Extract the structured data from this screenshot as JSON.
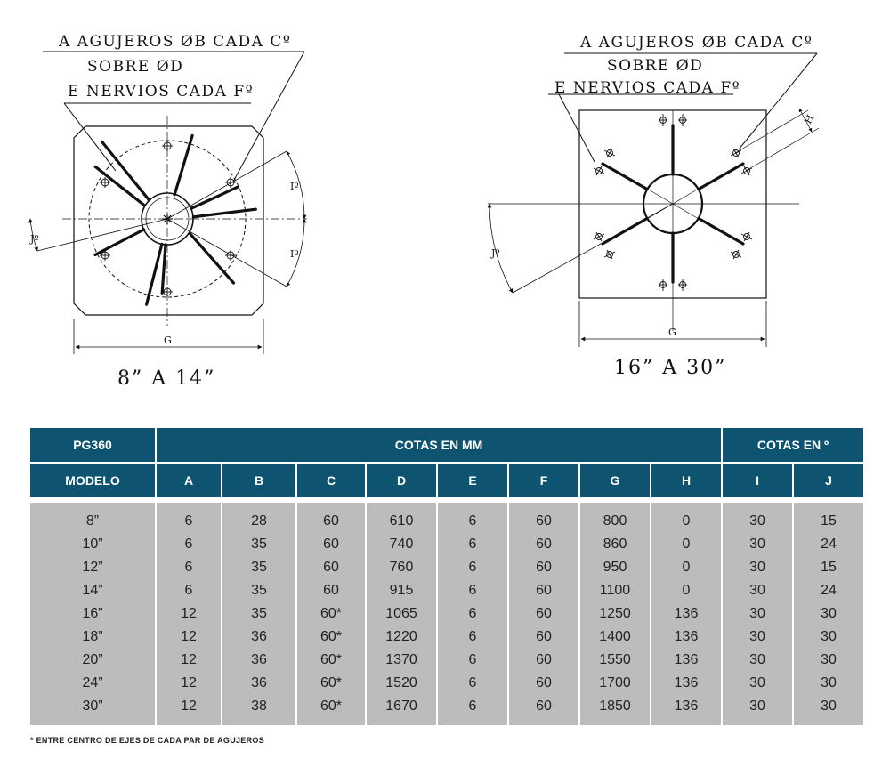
{
  "drawing_left": {
    "callout_lines": [
      "A AGUJEROS ØB CADA Cº",
      "SOBRE ØD",
      "E NERVIOS CADA Fº"
    ],
    "angle_labels": [
      "Iº",
      "Iº",
      "Jº"
    ],
    "width_label": "G",
    "caption": "8” A 14”"
  },
  "drawing_right": {
    "callout_lines": [
      "A AGUJEROS ØB CADA Cº",
      "SOBRE ØD",
      "E NERVIOS CADA Fº"
    ],
    "angle_labels": [
      "Jº",
      "H"
    ],
    "width_label": "G",
    "caption": "16” A 30”"
  },
  "table": {
    "group_headers": [
      "PG360",
      "COTAS EN MM",
      "COTAS EN º"
    ],
    "columns": [
      "MODELO",
      "A",
      "B",
      "C",
      "D",
      "E",
      "F",
      "G",
      "H",
      "I",
      "J"
    ],
    "rows": [
      [
        "8”",
        "6",
        "28",
        "60",
        "610",
        "6",
        "60",
        "800",
        "0",
        "30",
        "15"
      ],
      [
        "10”",
        "6",
        "35",
        "60",
        "740",
        "6",
        "60",
        "860",
        "0",
        "30",
        "24"
      ],
      [
        "12”",
        "6",
        "35",
        "60",
        "760",
        "6",
        "60",
        "950",
        "0",
        "30",
        "15"
      ],
      [
        "14”",
        "6",
        "35",
        "60",
        "915",
        "6",
        "60",
        "1100",
        "0",
        "30",
        "24"
      ],
      [
        "16”",
        "12",
        "35",
        "60*",
        "1065",
        "6",
        "60",
        "1250",
        "136",
        "30",
        "30"
      ],
      [
        "18”",
        "12",
        "36",
        "60*",
        "1220",
        "6",
        "60",
        "1400",
        "136",
        "30",
        "30"
      ],
      [
        "20”",
        "12",
        "36",
        "60*",
        "1370",
        "6",
        "60",
        "1550",
        "136",
        "30",
        "30"
      ],
      [
        "24”",
        "12",
        "36",
        "60*",
        "1520",
        "6",
        "60",
        "1700",
        "136",
        "30",
        "30"
      ],
      [
        "30”",
        "12",
        "38",
        "60*",
        "1670",
        "6",
        "60",
        "1850",
        "136",
        "30",
        "30"
      ]
    ]
  },
  "footnote": "* ENTRE CENTRO DE EJES DE CADA PAR DE AGUJEROS",
  "colors": {
    "header_bg": "#0e5470",
    "body_bg": "#bcbcbc",
    "line": "#111111"
  }
}
